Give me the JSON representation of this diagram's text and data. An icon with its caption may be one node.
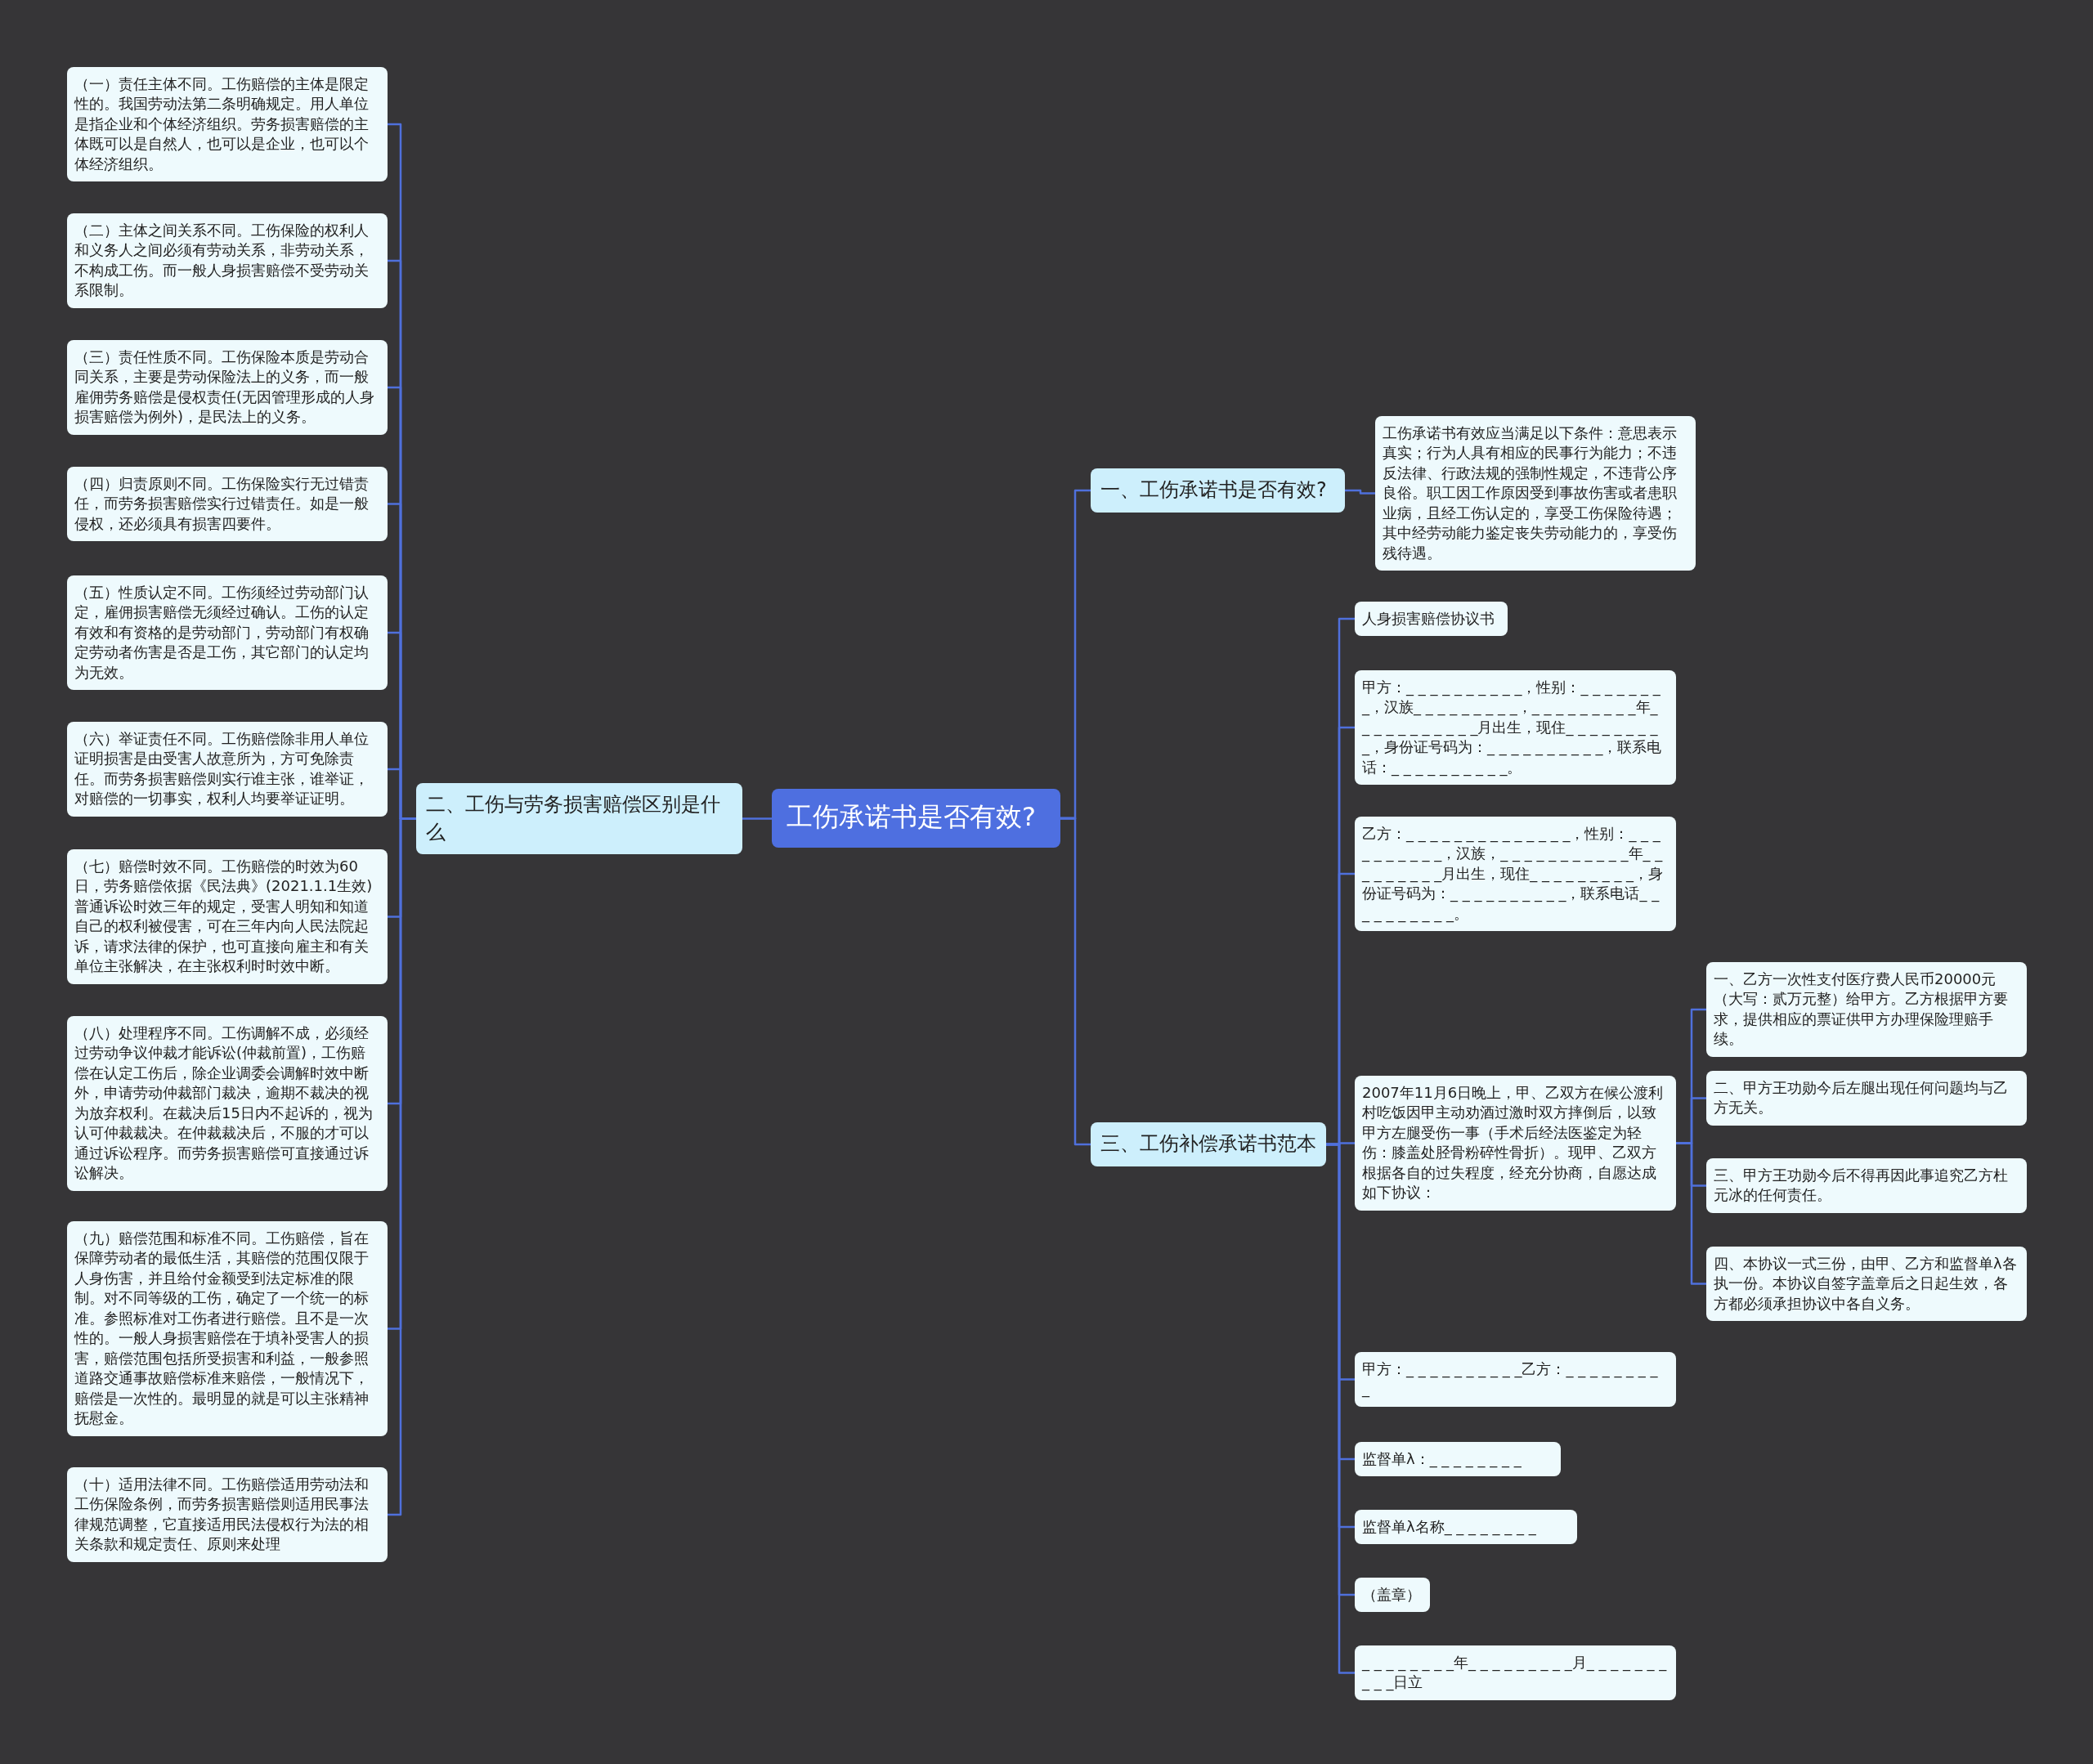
{
  "diagram": {
    "nodes": [
      {
        "text": [
          "工伤承诺书是否有效?"
        ]
      },
      {
        "text": [
          "一、工伤承诺书是否有效?"
        ]
      },
      {
        "text": [
          "工伤承诺书有效应当满足以下条件：意思表示真实；行为人具有相应的民事行为能力；不违反法律、行政法规的强制性规定，不违背公序良俗。职工因工作原因受到事故伤害或者患职业病，且经工伤认定的，享受工伤保险待遇；其中经劳动能力鉴定丧失劳动能力的，享受伤残待遇。"
        ]
      },
      {
        "text": [
          "二、工伤与劳务损害赔偿区别是什么"
        ]
      },
      {
        "text": [
          "（一）责任主体不同。工伤赔偿的主体是限定性的。我国劳动法第二条明确规定。用人单位是指企业和个体经济组织。劳务损害赔偿的主体既可以是自然人，也可以是企业，也可以个体经济组织。"
        ]
      },
      {
        "text": [
          "（二）主体之间关系不同。工伤保险的权利人和义务人之间必须有劳动关系，非劳动关系，不构成工伤。而一般人身损害赔偿不受劳动关系限制。"
        ]
      },
      {
        "text": [
          "（三）责任性质不同。工伤保险本质是劳动合同关系，主要是劳动保险法上的义务，而一般雇佣劳务赔偿是侵权责任(无因管理形成的人身损害赔偿为例外)，是民法上的义务。"
        ]
      },
      {
        "text": [
          "（四）归责原则不同。工伤保险实行无过错责任，而劳务损害赔偿实行过错责任。如是一般侵权，还必须具有损害四要件。"
        ]
      },
      {
        "text": [
          "（五）性质认定不同。工伤须经过劳动部门认定，雇佣损害赔偿无须经过确认。工伤的认定有效和有资格的是劳动部门，劳动部门有权确定劳动者伤害是否是工伤，其它部门的认定均为无效。"
        ]
      },
      {
        "text": [
          "（六）举证责任不同。工伤赔偿除非用人单位证明损害是由受害人故意所为，方可免除责任。而劳务损害赔偿则实行谁主张，谁举证，对赔偿的一切事实，权利人均要举证证明。"
        ]
      },
      {
        "text": [
          "（七）赔偿时效不同。工伤赔偿的时效为60日，劳务赔偿依据《民法典》(2021.1.1生效)普通诉讼时效三年的规定，受害人明知和知道自己的权利被侵害，可在三年内向人民法院起诉，请求法律的保护，也可直接向雇主和有关单位主张解决，在主张权利时时效中断。"
        ]
      },
      {
        "text": [
          "（八）处理程序不同。工伤调解不成，必须经过劳动争议仲裁才能诉讼(仲裁前置)，工伤赔偿在认定工伤后，除企业调委会调解时效中断外，申请劳动仲裁部门裁决，逾期不裁决的视为放弃权利。在裁决后15日内不起诉的，视为认可仲裁裁决。在仲裁裁决后，不服的才可以通过诉讼程序。而劳务损害赔偿可直接通过诉讼解决。"
        ]
      },
      {
        "text": [
          "（九）赔偿范围和标准不同。工伤赔偿，旨在保障劳动者的最低生活，其赔偿的范围仅限于人身伤害，并且给付金额受到法定标准的限制。对不同等级的工伤，确定了一个统一的标准。参照标准对工伤者进行赔偿。且不是一次性的。一般人身损害赔偿在于填补受害人的损害，赔偿范围包括所受损害和利益，一般参照道路交通事故赔偿标准来赔偿，一般情况下，赔偿是一次性的。最明显的就是可以主张精神抚慰金。"
        ]
      },
      {
        "text": [
          "（十）适用法律不同。工伤赔偿适用劳动法和工伤保险条例，而劳务损害赔偿则适用民事法律规范调整，它直接适用民法侵权行为法的相关条款和规定责任、原则来处理"
        ]
      },
      {
        "text": [
          "三、工伤补偿承诺书范本"
        ]
      },
      {
        "text": [
          "人身损害赔偿协议书"
        ]
      },
      {
        "text": [
          "甲方：_ _ _ _ _ _ _ _ _ _，性别：_ _ _ _ _ _ _ _，汉族_ _ _ _ _ _ _ _ _，_ _ _ _ _ _ _ _ _年_ _ _ _ _ _ _ _ _ _ _月出生，现住_ _ _ _ _ _ _ _ _，身份证号码为：_ _ _ _ _ _ _ _ _ _，联系电话：_ _ _ _ _ _ _ _ _ _。"
        ]
      },
      {
        "text": [
          "乙方：_ _ _ _ _ _ _ _ _ _ _ _ _ _，性别：_ _ _ _ _ _ _ _ _ _，汉族，_ _ _ _ _ _ _ _ _ _ _年_ _ _ _ _ _ _ _ _月出生，现住_ _ _ _ _ _ _ _ _，身份证号码为：_ _ _ _ _ _ _ _ _ _，联系电话_ _ _ _ _ _ _ _ _ _。"
        ]
      },
      {
        "text": [
          "2007年11月6日晚上，甲、乙双方在候公渡利村吃饭因甲主动劝酒过激时双方摔倒后，以致甲方左腿受伤一事（手术后经法医鉴定为轻伤：膝盖处胫骨粉碎性骨折）。现甲、乙双方根据各自的过失程度，经充分协商，自愿达成如下协议："
        ]
      },
      {
        "text": [
          "甲方：_ _ _ _ _ _ _ _ _ _乙方：_ _ _ _ _ _ _ _ _"
        ]
      },
      {
        "text": [
          "监督单λ：_ _ _ _ _ _ _ _"
        ]
      },
      {
        "text": [
          "监督单λ名称_ _ _ _ _ _ _ _"
        ]
      },
      {
        "text": [
          "（盖章）"
        ]
      },
      {
        "text": [
          "_ _ _ _ _ _ _ _年_ _ _ _ _ _ _ _ _月_ _ _ _ _ _ _ _ _ _日立"
        ]
      },
      {
        "text": [
          "一、乙方一次性支付医疗费人民币20000元（大写：贰万元整）给甲方。乙方根据甲方要求，提供相应的票证供甲方办理保险理赔手续。"
        ]
      },
      {
        "text": [
          "二、甲方王功勋今后左腿出现任何问题均与乙方无关。"
        ]
      },
      {
        "text": [
          "三、甲方王功勋今后不得再因此事追究乙方杜元冰的任何责任。"
        ]
      },
      {
        "text": [
          "四、本协议一式三份，由甲、乙方和监督单λ各执一份。本协议自签字盖章后之日起生效，各方都必须承担协议中各自义务。"
        ]
      }
    ],
    "edges": [
      {
        "from": 0,
        "to": 1,
        "arrow": "none"
      },
      {
        "from": 0,
        "to": 3,
        "arrow": "none"
      },
      {
        "from": 0,
        "to": 14,
        "arrow": "none"
      },
      {
        "from": 1,
        "to": 2,
        "arrow": "none"
      },
      {
        "from": 3,
        "to": 4,
        "arrow": "none"
      },
      {
        "from": 3,
        "to": 5,
        "arrow": "none"
      },
      {
        "from": 3,
        "to": 6,
        "arrow": "none"
      },
      {
        "from": 3,
        "to": 7,
        "arrow": "none"
      },
      {
        "from": 3,
        "to": 8,
        "arrow": "none"
      },
      {
        "from": 3,
        "to": 9,
        "arrow": "none"
      },
      {
        "from": 3,
        "to": 10,
        "arrow": "none"
      },
      {
        "from": 3,
        "to": 11,
        "arrow": "none"
      },
      {
        "from": 3,
        "to": 12,
        "arrow": "none"
      },
      {
        "from": 3,
        "to": 13,
        "arrow": "none"
      },
      {
        "from": 14,
        "to": 15,
        "arrow": "none"
      },
      {
        "from": 14,
        "to": 16,
        "arrow": "none"
      },
      {
        "from": 14,
        "to": 17,
        "arrow": "none"
      },
      {
        "from": 14,
        "to": 18,
        "arrow": "none"
      },
      {
        "from": 14,
        "to": 19,
        "arrow": "none"
      },
      {
        "from": 14,
        "to": 20,
        "arrow": "none"
      },
      {
        "from": 14,
        "to": 21,
        "arrow": "none"
      },
      {
        "from": 14,
        "to": 22,
        "arrow": "none"
      },
      {
        "from": 14,
        "to": 23,
        "arrow": "none"
      },
      {
        "from": 18,
        "to": 24,
        "arrow": "none"
      },
      {
        "from": 18,
        "to": 25,
        "arrow": "none"
      },
      {
        "from": 18,
        "to": 26,
        "arrow": "none"
      },
      {
        "from": 18,
        "to": 27,
        "arrow": "none"
      }
    ]
  }
}
